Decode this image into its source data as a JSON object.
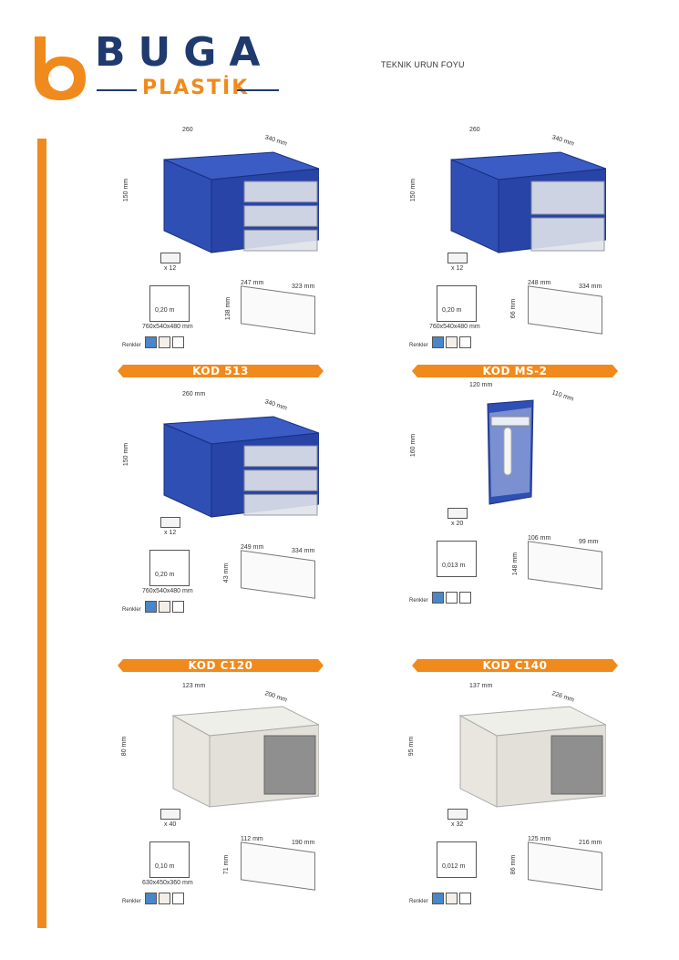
{
  "header": {
    "brand": "BUGA",
    "brand_sub": "PLASTİK",
    "sheet_title": "TEKNIK URUN FOYU"
  },
  "colors": {
    "orange": "#f08a1c",
    "navy": "#1f3a6e",
    "drawer_blue": "#2f4fb5",
    "drawer_cream": "#e8e6df"
  },
  "products": [
    {
      "banner": "",
      "dims": {
        "w": "260",
        "d": "340 mm",
        "h": "150 mm"
      },
      "pack": {
        "qty": "x 12",
        "volume": "0,20 m",
        "carton": "760x540x480 mm"
      },
      "drawer": {
        "w": "247 mm",
        "d": "323 mm",
        "h": "138 mm"
      },
      "renk_label": "Renkler",
      "swatches": [
        "#4a86c8",
        "#f4eee8",
        "#ffffff"
      ]
    },
    {
      "banner": "",
      "dims": {
        "w": "260",
        "d": "340 mm",
        "h": "150 mm"
      },
      "pack": {
        "qty": "x 12",
        "volume": "0,20 m",
        "carton": "760x540x480 mm"
      },
      "drawer": {
        "w": "248 mm",
        "d": "334 mm",
        "h": "66 mm"
      },
      "renk_label": "Renkler",
      "swatches": [
        "#4a86c8",
        "#f4eee8",
        "#ffffff"
      ]
    },
    {
      "banner": "KOD 513",
      "dims": {
        "w": "260 mm",
        "d": "340 mm",
        "h": "150 mm"
      },
      "pack": {
        "qty": "x 12",
        "volume": "0,20 m",
        "carton": "760x540x480 mm"
      },
      "drawer": {
        "w": "249 mm",
        "d": "334 mm",
        "h": "43 mm"
      },
      "renk_label": "Renkler",
      "swatches": [
        "#4a86c8",
        "#f4eee8",
        "#ffffff"
      ]
    },
    {
      "banner": "KOD MS-2",
      "dims": {
        "w": "120 mm",
        "d": "110 mm",
        "h": "160 mm"
      },
      "pack": {
        "qty": "x 20",
        "volume": "0,013 m",
        "carton": ""
      },
      "drawer": {
        "w": "106 mm",
        "d": "99 mm",
        "h": "148 mm"
      },
      "renk_label": "Renkler",
      "swatches": [
        "#4a86c8",
        "#ffffff",
        "#ffffff"
      ]
    },
    {
      "banner": "KOD C120",
      "dims": {
        "w": "123 mm",
        "d": "200 mm",
        "h": "80 mm"
      },
      "pack": {
        "qty": "x 40",
        "volume": "0,10 m",
        "carton": "630x450x360 mm"
      },
      "drawer": {
        "w": "112 mm",
        "d": "190 mm",
        "h": "71 mm"
      },
      "renk_label": "Renkler",
      "swatches": [
        "#4a86c8",
        "#f4eee8",
        "#ffffff"
      ]
    },
    {
      "banner": "KOD C140",
      "dims": {
        "w": "137 mm",
        "d": "226 mm",
        "h": "95 mm"
      },
      "pack": {
        "qty": "x 32",
        "volume": "0,012 m",
        "carton": ""
      },
      "drawer": {
        "w": "125 mm",
        "d": "216 mm",
        "h": "86 mm"
      },
      "renk_label": "Renkler",
      "swatches": [
        "#4a86c8",
        "#f4eee8",
        "#ffffff"
      ]
    }
  ]
}
